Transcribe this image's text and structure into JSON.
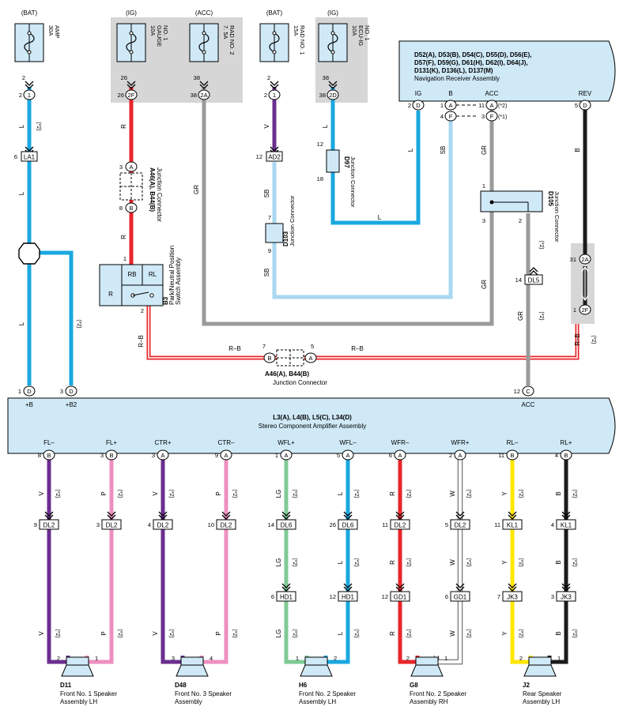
{
  "fuses": [
    {
      "key": "amp",
      "supply": "(BAT)",
      "rating": "30A",
      "name": "AMP",
      "name2": "",
      "pin": "2",
      "conn": "1"
    },
    {
      "key": "gauge",
      "supply": "(IG)",
      "rating": "10A",
      "name": "GAUGE",
      "name2": "NO. 1",
      "pin": "26",
      "conn": "2F"
    },
    {
      "key": "rad2",
      "supply": "(ACC)",
      "rating": "7. 5A",
      "name": "RAD NO. 2",
      "name2": "",
      "pin": "38",
      "conn": "2A"
    },
    {
      "key": "rad1",
      "supply": "(BAT)",
      "rating": "15A",
      "name": "RAD NO. 1",
      "name2": "",
      "pin": "2",
      "conn": "1"
    },
    {
      "key": "ecu",
      "supply": "(IG)",
      "rating": "10A",
      "name": "ECU-IG",
      "name2": "NO. 1",
      "pin": "38",
      "conn": "2D"
    }
  ],
  "nav": {
    "codes": [
      "D52(A), D53(B), D54(C), D55(D), D56(E),",
      "D57(F), D59(G), D61(H), D62(I), D64(J),",
      "D131(K), D136(L), D137(M)"
    ],
    "name": "Navigation Receiver Assembly",
    "terminals": [
      "IG",
      "B",
      "ACC",
      "REV"
    ],
    "pins": [
      {
        "num": "2",
        "letter": "D"
      },
      {
        "num": "1",
        "letter": "A"
      },
      {
        "num": "4",
        "letter": "F"
      },
      {
        "num": "11",
        "letter": "A"
      },
      {
        "num": "3",
        "letter": "F"
      },
      {
        "num": "5",
        "letter": "D"
      }
    ],
    "notes": [
      "(*2)",
      "(*1)"
    ]
  },
  "wires": {
    "L": "L",
    "R": "R",
    "GR": "GR",
    "V": "V",
    "SB": "SB",
    "B": "B",
    "RB": "R–B",
    "P": "P",
    "LG": "LG",
    "W": "W",
    "Y": "Y",
    "note2": "(*2)"
  },
  "connectors": {
    "LA1": {
      "name": "LA1",
      "pin": "6"
    },
    "AD2": {
      "name": "AD2",
      "pin": "12"
    },
    "DL5": {
      "name": "DL5",
      "pin": "14"
    },
    "h2A": {
      "name": "2A",
      "pin": "31"
    },
    "h2F": {
      "name": "2F",
      "pin": "1"
    }
  },
  "d97": {
    "code": "D97",
    "name": "Junction Connector",
    "pin_top": "12",
    "pin_bot": "18"
  },
  "d103": {
    "code": "D103",
    "name": "Junction Connector",
    "pin_top": "7",
    "pin_bot": "9"
  },
  "d105": {
    "code": "D105",
    "name": "Junction Connector",
    "pin1": "1",
    "pin2": "2",
    "pin3": "3"
  },
  "jc_upper": {
    "code": "A46(A), B44(B)",
    "name": "Junction Connector",
    "pin_a": "3",
    "letter_a": "A",
    "pin_b": "8",
    "letter_b": "B"
  },
  "jc_lower": {
    "code": "A46(A), B44(B)",
    "name": "Junction Connector",
    "pin_b": "7",
    "letter_b": "B",
    "pin_a": "5",
    "letter_a": "A"
  },
  "b3": {
    "code": "B3",
    "name": "Park/Neutral Position",
    "name2": "Switch Assembly",
    "rb": "RB",
    "rl": "RL",
    "r": "R",
    "pin1": "1",
    "pin2": "2"
  },
  "amp": {
    "codes": "L3(A), L4(B), L5(C), L34(D)",
    "name": "Stereo Component Amplifier Assembly",
    "top_pins": [
      {
        "num": "1",
        "letter": "D",
        "label": "+B"
      },
      {
        "num": "3",
        "letter": "D",
        "label": "+B2"
      },
      {
        "num": "12",
        "letter": "C",
        "label": "ACC"
      }
    ],
    "outputs": [
      {
        "label": "FL–",
        "num": "8",
        "letter": "B",
        "wire": "V",
        "c1": "DL2",
        "p1": "9",
        "c2": "",
        "p2": ""
      },
      {
        "label": "FL+",
        "num": "3",
        "letter": "B",
        "wire": "P",
        "c1": "DL2",
        "p1": "3",
        "c2": "",
        "p2": ""
      },
      {
        "label": "CTR+",
        "num": "3",
        "letter": "A",
        "wire": "V",
        "c1": "DL2",
        "p1": "4",
        "c2": "",
        "p2": ""
      },
      {
        "label": "CTR–",
        "num": "9",
        "letter": "A",
        "wire": "P",
        "c1": "DL2",
        "p1": "10",
        "c2": "",
        "p2": ""
      },
      {
        "label": "WFL+",
        "num": "1",
        "letter": "A",
        "wire": "LG",
        "c1": "DL6",
        "p1": "14",
        "c2": "HD1",
        "p2": "6"
      },
      {
        "label": "WFL–",
        "num": "5",
        "letter": "A",
        "wire": "L",
        "c1": "DL6",
        "p1": "26",
        "c2": "HD1",
        "p2": "12"
      },
      {
        "label": "WFR–",
        "num": "6",
        "letter": "A",
        "wire": "R",
        "c1": "DL2",
        "p1": "11",
        "c2": "GD1",
        "p2": "12"
      },
      {
        "label": "WFR+",
        "num": "2",
        "letter": "A",
        "wire": "W",
        "c1": "DL2",
        "p1": "5",
        "c2": "GD1",
        "p2": "6"
      },
      {
        "label": "RL–",
        "num": "11",
        "letter": "B",
        "wire": "Y",
        "c1": "KL1",
        "p1": "11",
        "c2": "JK3",
        "p2": "7"
      },
      {
        "label": "RL+",
        "num": "4",
        "letter": "B",
        "wire": "B",
        "c1": "KL1",
        "p1": "4",
        "c2": "JK3",
        "p2": "3"
      }
    ]
  },
  "speakers": [
    {
      "code": "D11",
      "name": "Front No. 1 Speaker",
      "name2": "Assembly LH",
      "pin_l": "2",
      "pin_r": "1"
    },
    {
      "code": "D48",
      "name": "Front No. 3 Speaker",
      "name2": "Assembly",
      "pin_l": "3",
      "pin_r": "4"
    },
    {
      "code": "H6",
      "name": "Front No. 2 Speaker",
      "name2": "Assembly LH",
      "pin_l": "1",
      "pin_r": "2"
    },
    {
      "code": "G8",
      "name": "Front No. 2 Speaker",
      "name2": "Assembly RH",
      "pin_l": "2",
      "pin_r": "1"
    },
    {
      "code": "J2",
      "name": "Rear Speaker",
      "name2": "Assembly LH",
      "pin_l": "2",
      "pin_r": "1"
    }
  ],
  "colors": {
    "L": "#1aa8e0",
    "SB": "#a9d8f0",
    "R": "#e8262a",
    "GR": "#9a9a9a",
    "V": "#6b2f8f",
    "B": "#1b1b1b",
    "P": "#ee8fc0",
    "LG": "#7fca95",
    "W": "#ffffff",
    "Y": "#ffe600",
    "box": "#cfe9f7",
    "gray": "#d6d6d6"
  }
}
